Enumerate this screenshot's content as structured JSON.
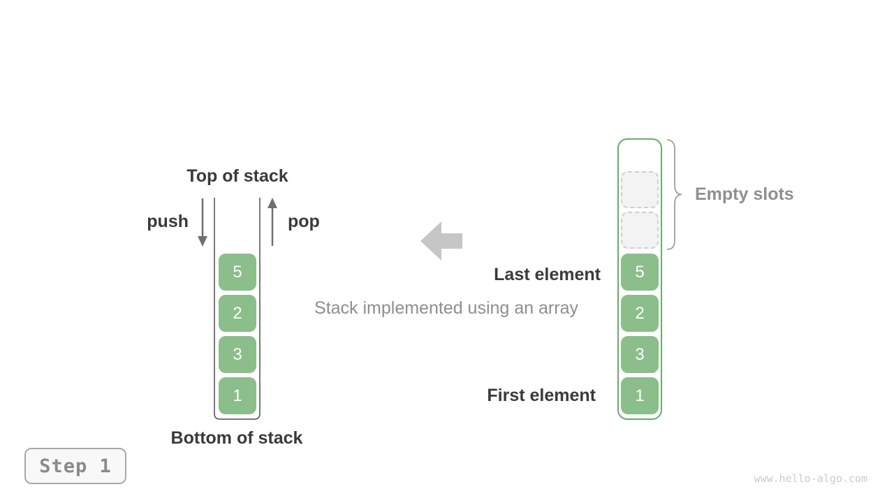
{
  "left_stack": {
    "top_label": "Top of stack",
    "bottom_label": "Bottom of stack",
    "push_label": "push",
    "pop_label": "pop",
    "cells": [
      "5",
      "2",
      "3",
      "1"
    ]
  },
  "center": {
    "caption": "Stack implemented using an array"
  },
  "right_array": {
    "cells": [
      "5",
      "2",
      "3",
      "1"
    ],
    "empty_slot_count": 2,
    "empty_slots_label": "Empty slots",
    "last_element_label": "Last element",
    "first_element_label": "First element"
  },
  "step_badge": {
    "label": "Step 1"
  },
  "watermark": "www.hello-algo.com",
  "colors": {
    "cell_green": "#8bbe8b",
    "container_border_green": "#68ac68",
    "dark_label": "#3a3a3a",
    "gray_label": "#8f8f8f",
    "block_arrow_gray": "#c6c6c6",
    "empty_slot_bg": "#f3f3f3",
    "empty_slot_border": "#d0d0d0",
    "stack_wall_gray": "#4f4f4f",
    "push_pop_arrow_gray": "#6f6f6f",
    "step_text_gray": "#8a8a8a",
    "watermark_gray": "#cbcbcb"
  }
}
